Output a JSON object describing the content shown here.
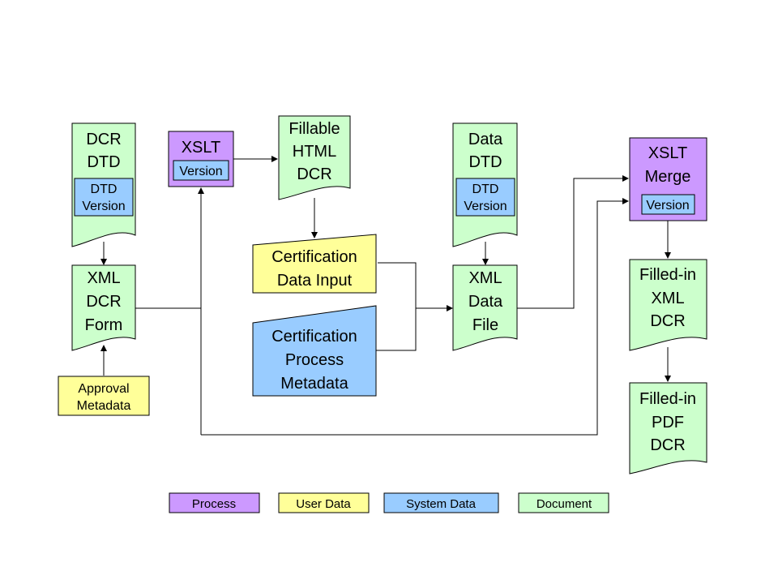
{
  "colors": {
    "process": "#cc99ff",
    "user_data": "#ffff99",
    "system_data": "#99ccff",
    "document": "#ccffcc"
  },
  "nodes": {
    "dcr_dtd": {
      "lines": [
        "DCR",
        "DTD"
      ],
      "inner": [
        "DTD",
        "Version"
      ]
    },
    "xslt": {
      "lines": [
        "XSLT"
      ],
      "inner": [
        "Version"
      ]
    },
    "fillable_html": {
      "lines": [
        "Fillable",
        "HTML",
        "DCR"
      ]
    },
    "data_dtd": {
      "lines": [
        "Data",
        "DTD"
      ],
      "inner": [
        "DTD",
        "Version"
      ]
    },
    "xslt_merge": {
      "lines": [
        "XSLT",
        "Merge"
      ],
      "inner": [
        "Version"
      ]
    },
    "cert_input": {
      "lines": [
        "Certification",
        "Data Input"
      ]
    },
    "xml_dcr_form": {
      "lines": [
        "XML",
        "DCR",
        "Form"
      ]
    },
    "cert_process": {
      "lines": [
        "Certification",
        "Process",
        "Metadata"
      ]
    },
    "xml_data_file": {
      "lines": [
        "XML",
        "Data",
        "File"
      ]
    },
    "filled_xml": {
      "lines": [
        "Filled-in",
        "XML",
        "DCR"
      ]
    },
    "approval": {
      "lines": [
        "Approval",
        "Metadata"
      ]
    },
    "filled_pdf": {
      "lines": [
        "Filled-in",
        "PDF",
        "DCR"
      ]
    }
  },
  "legend": [
    {
      "label": "Process",
      "color": "#cc99ff"
    },
    {
      "label": "User Data",
      "color": "#ffff99"
    },
    {
      "label": "System Data",
      "color": "#99ccff"
    },
    {
      "label": "Document",
      "color": "#ccffcc"
    }
  ]
}
